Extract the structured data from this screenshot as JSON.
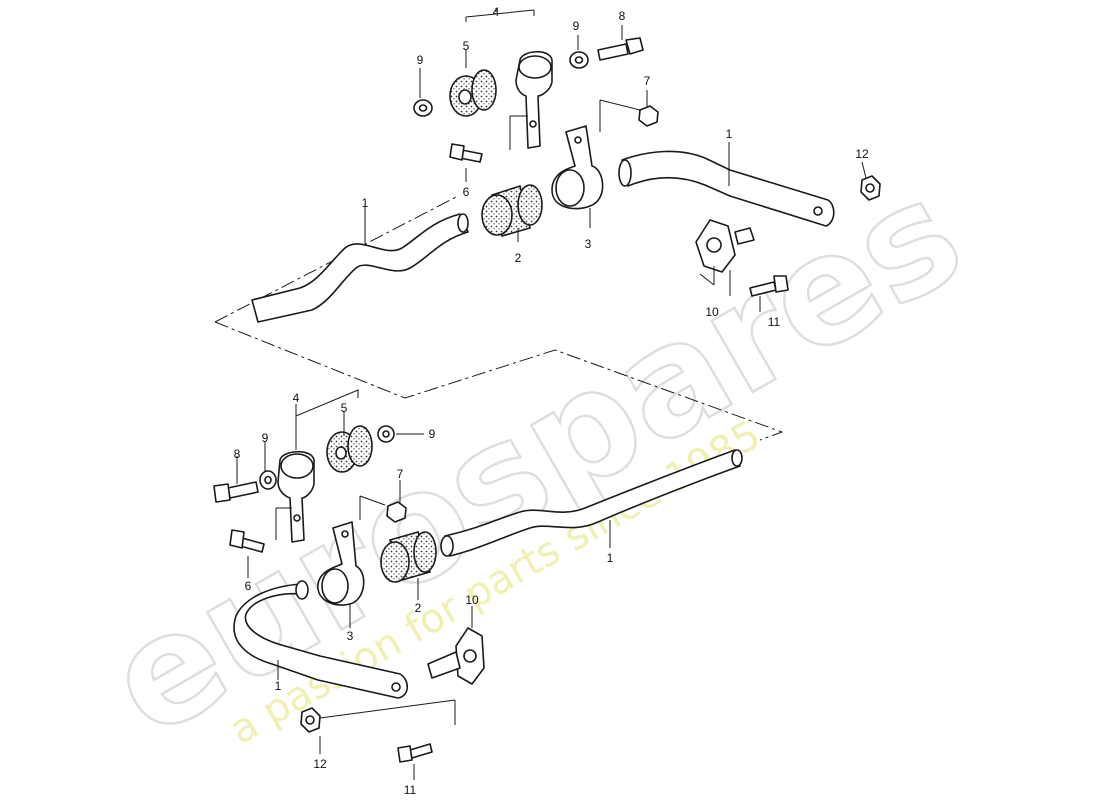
{
  "watermark": {
    "brand": "eurospares",
    "slogan": "a passion for parts since 1985",
    "brand_color": "#d9d9d9",
    "slogan_color": "#e8e88a"
  },
  "diagram": {
    "line_color": "#1a1a1a",
    "upper_callouts": [
      "1",
      "1",
      "2",
      "3",
      "4",
      "5",
      "6",
      "7",
      "8",
      "9",
      "9",
      "10",
      "11",
      "12"
    ],
    "lower_callouts": [
      "1",
      "1",
      "2",
      "3",
      "4",
      "5",
      "6",
      "7",
      "8",
      "9",
      "9",
      "10",
      "11",
      "12"
    ]
  }
}
